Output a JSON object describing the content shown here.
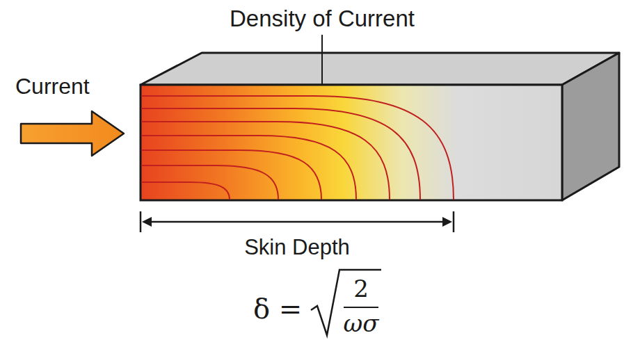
{
  "diagram": {
    "labels": [
      "Density of Current",
      "Current",
      "Skin Depth",
      "δ =",
      "2",
      "ωσ"
    ]
  }
}
